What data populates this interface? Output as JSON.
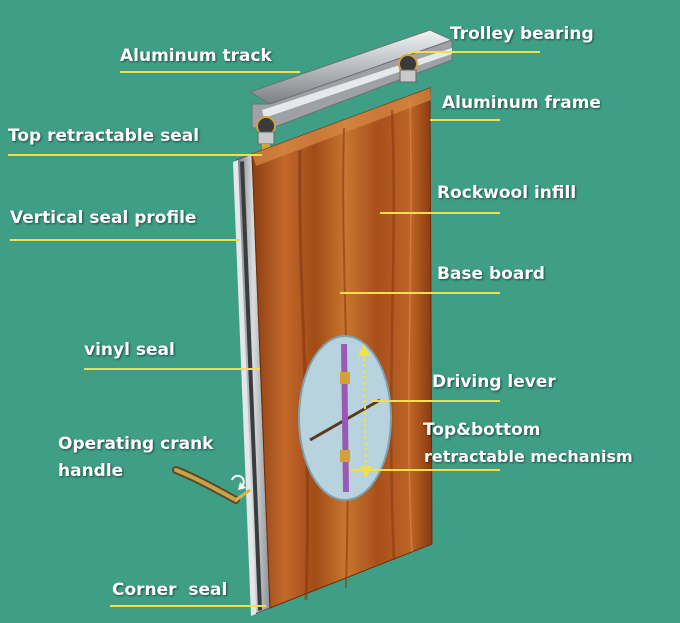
{
  "labels": {
    "aluminum_track": "Aluminum track",
    "trolley_bearing": "Trolley bearing",
    "aluminum_frame": "Aluminum frame",
    "top_retractable_seal": "Top retractable seal",
    "vertical_seal_profile": "Vertical seal profile",
    "rockwool_infill": "Rockwool infill",
    "base_board": "Base board",
    "vinyl_seal": "vinyl seal",
    "driving_lever": "Driving lever",
    "top_bottom_line1": "Top&bottom",
    "top_bottom_line2": "retractable mechanism",
    "crank_line1": "Operating crank",
    "crank_line2": "handle",
    "corner_seal": "Corner  seal"
  },
  "colors": {
    "background": "#3f9f86",
    "leader_line": "#f2e04a",
    "wood": "#b0561f",
    "mechanism_window": "#b9d3de",
    "mechanism_bar": "#9b59b6"
  }
}
